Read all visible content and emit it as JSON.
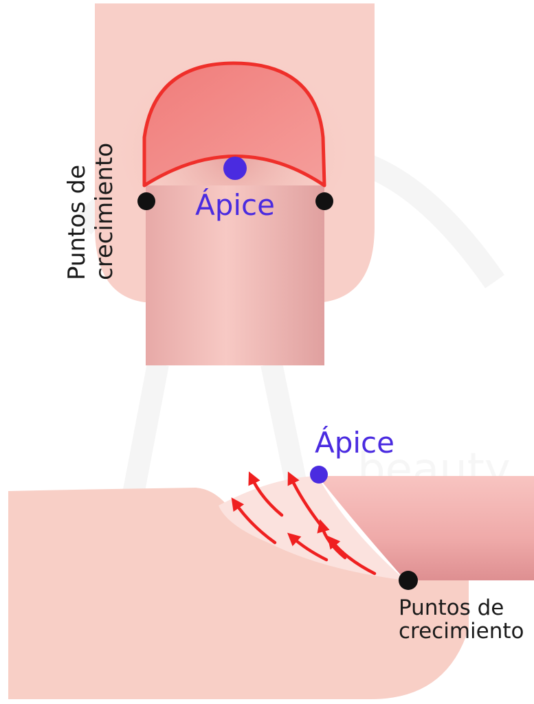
{
  "labels": {
    "apex": "Ápice",
    "growth_points_line1": "Puntos de",
    "growth_points_line2": "crecimiento",
    "watermark": "beauty"
  },
  "colors": {
    "skin": "#f9cfc6",
    "nail_red": "#ef2f2a",
    "nail_fill": "#f38a88",
    "apex_dot": "#4a2be0",
    "growth_dot": "#111111",
    "arrow": "#ef2020"
  },
  "arrows_count": 6
}
